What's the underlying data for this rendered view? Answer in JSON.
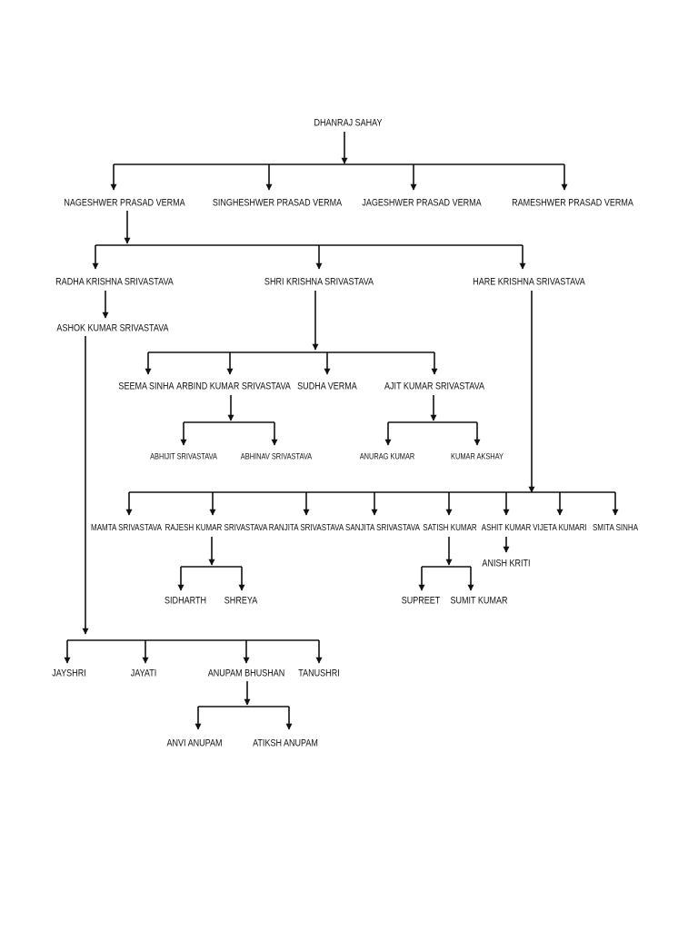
{
  "names": {
    "dhanraj": "DHANRAJ SAHAY",
    "nageshwer": "NAGESHWER PRASAD VERMA",
    "singheshwer": "SINGHESHWER PRASAD VERMA",
    "jageshwer": "JAGESHWER PRASAD VERMA",
    "rameshwer": "RAMESHWER PRASAD VERMA",
    "radha": "RADHA KRISHNA SRIVASTAVA",
    "shri": "SHRI KRISHNA SRIVASTAVA",
    "hare": "HARE KRISHNA SRIVASTAVA",
    "ashok": "ASHOK KUMAR SRIVASTAVA",
    "seema": "SEEMA SINHA",
    "arbind": "ARBIND KUMAR SRIVASTAVA",
    "sudha": "SUDHA VERMA",
    "ajit": "AJIT KUMAR SRIVASTAVA",
    "abhijit": "ABHIJIT SRIVASTAVA",
    "abhinav": "ABHINAV SRIVASTAVA",
    "anurag": "ANURAG KUMAR",
    "akshay": "KUMAR AKSHAY",
    "mamta": "MAMTA SRIVASTAVA",
    "rajesh": "RAJESH KUMAR SRIVASTAVA",
    "ranjita": "RANJITA SRIVASTAVA",
    "sanjita": "SANJITA SRIVASTAVA",
    "satish": "SATISH KUMAR",
    "ashit": "ASHIT KUMAR",
    "vijeta": "VIJETA KUMARI",
    "smita": "SMITA SINHA",
    "anish": "ANISH KRITI",
    "sidharth": "SIDHARTH",
    "shreya": "SHREYA",
    "supreet": "SUPREET",
    "sumit": "SUMIT KUMAR",
    "jayshri": "JAYSHRI",
    "jayati": "JAYATI",
    "anupam": "ANUPAM BHUSHAN",
    "tanushri": "TANUSHRI",
    "anvi": "ANVI ANUPAM",
    "atiksh": "ATIKSH ANUPAM"
  }
}
